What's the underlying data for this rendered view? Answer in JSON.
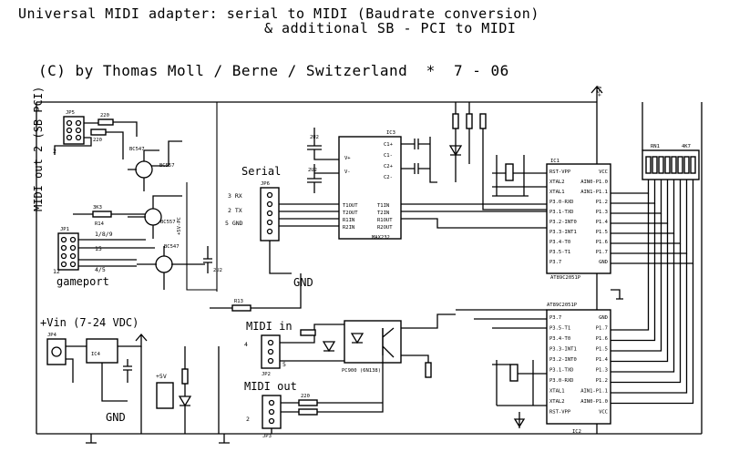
{
  "title": {
    "line1": "Universal MIDI adapter: serial to MIDI (Baudrate conversion)",
    "line2": "& additional SB - PCI to MIDI",
    "line3": "(C) by Thomas Moll / Berne / Switzerland  *  7 - 06"
  },
  "labels": {
    "midi_out2": "MIDI out 2 (SB PCI)",
    "serial": "Serial",
    "serial_rx": "3 RX",
    "serial_tx": "2 TX",
    "serial_gnd": "5 GND",
    "gameport": "gameport",
    "gp_1": "1/8/9",
    "gp_15": "15",
    "gp_12": "12",
    "gp_45": "4/5",
    "vin": "+Vin (7-24 VDC)",
    "gnd_main": "GND",
    "gnd_bottom": "GND",
    "midi_in": "MIDI in",
    "midi_out": "MIDI out",
    "plus5v_top": "+5V",
    "plus5v_pc": "+5V-PC",
    "plus5v_reg": "+5V",
    "r_net": "RN1",
    "r_net_val": "4K7",
    "ic1": "IC1",
    "ic2": "IC2",
    "ic3": "IC3",
    "ic4": "IC4",
    "max232": "MAX232",
    "at89_top": "AT89C2051P",
    "at89_bottom": "AT89C2051P",
    "opto": "PC900 (6N138)",
    "r13": "R13",
    "r14": "R14",
    "r14_val": "3K3",
    "r_220_a": "220",
    "r_220_b": "220",
    "r_220_c": "220",
    "c_2u2": "2U2",
    "t_bc547": "BC547",
    "t_bc557": "BC557",
    "jp5": "JP5",
    "jp1": "JP1",
    "jp2": "JP2",
    "jp3": "JP3",
    "jp4": "JP4",
    "jp6": "JP6",
    "num_2": "2",
    "num_4": "4",
    "num_5": "5",
    "num_1": "1"
  },
  "pins_ic1_left": [
    "RST-VPP",
    "XTAL2",
    "XTAL1",
    "P3.0-RXD",
    "P3.1-TXD",
    "P3.2-INT0",
    "P3.3-INT1",
    "P3.4-T0",
    "P3.5-T1",
    "P3.7"
  ],
  "pins_ic1_right": [
    "VCC",
    "AIN0-P1.0",
    "AIN1-P1.1",
    "P1.2",
    "P1.3",
    "P1.4",
    "P1.5",
    "P1.6",
    "P1.7",
    "GND"
  ],
  "pins_ic3_left": [
    "C1+",
    "C1-",
    "C2+",
    "C2-",
    "V+",
    "V-"
  ],
  "pins_ic3_bottom": [
    "T1OUT",
    "T2OUT",
    "R1IN",
    "R2IN",
    "T1IN",
    "T2IN",
    "R1OUT",
    "R2OUT"
  ],
  "pins_ic2_left": [
    "P3.7",
    "P3.5-T1",
    "P3.4-T0",
    "P3.3-INT1",
    "P3.2-INT0",
    "P3.1-TXD",
    "P3.0-RXD",
    "XTAL1",
    "XTAL2",
    "RST-VPP"
  ],
  "pins_ic2_right": [
    "GND",
    "P1.7",
    "P1.6",
    "P1.5",
    "P1.4",
    "P1.3",
    "P1.2",
    "AIN1-P1.1",
    "AIN0-P1.0",
    "VCC"
  ]
}
